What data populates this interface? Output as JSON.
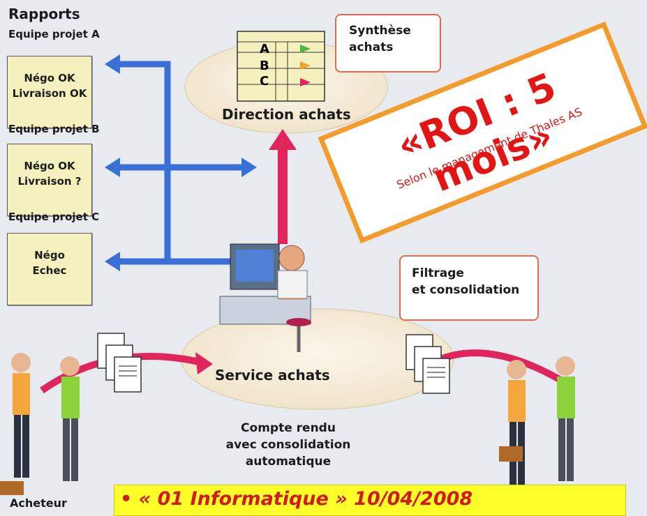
{
  "header": {
    "title": "Rapports"
  },
  "teams": [
    {
      "name": "Equipe projet A",
      "note_line1": "Négo OK",
      "note_line2": "Livraison OK"
    },
    {
      "name": "Equipe projet B",
      "note_line1": "Négo OK",
      "note_line2": "Livraison ?"
    },
    {
      "name": "Equipe projet C",
      "note_line1": "Négo",
      "note_line2": "Echec"
    }
  ],
  "synthese": {
    "rows": [
      "A",
      "B",
      "C"
    ],
    "callout_line1": "Synthèse",
    "callout_line2": "achats"
  },
  "direction_achats": "Direction achats",
  "filtrage": {
    "line1": "Filtrage",
    "line2": "et consolidation"
  },
  "service_achats": "Service achats",
  "compte_rendu": {
    "line1": "Compte rendu",
    "line2": "avec consolidation",
    "line3": "automatique"
  },
  "acheteur": "Acheteur",
  "roi": {
    "title": "«ROI : 5 mois»",
    "subtitle": "Selon le management de Thales AS"
  },
  "source": "• « 01 Informatique  » 10/04/2008",
  "colors": {
    "arrow_blue": "#3a6fd6",
    "arrow_pink": "#e0245c",
    "roi_border": "#f39b2c",
    "roi_text": "#e31414",
    "source_bg": "#ffff2a"
  }
}
